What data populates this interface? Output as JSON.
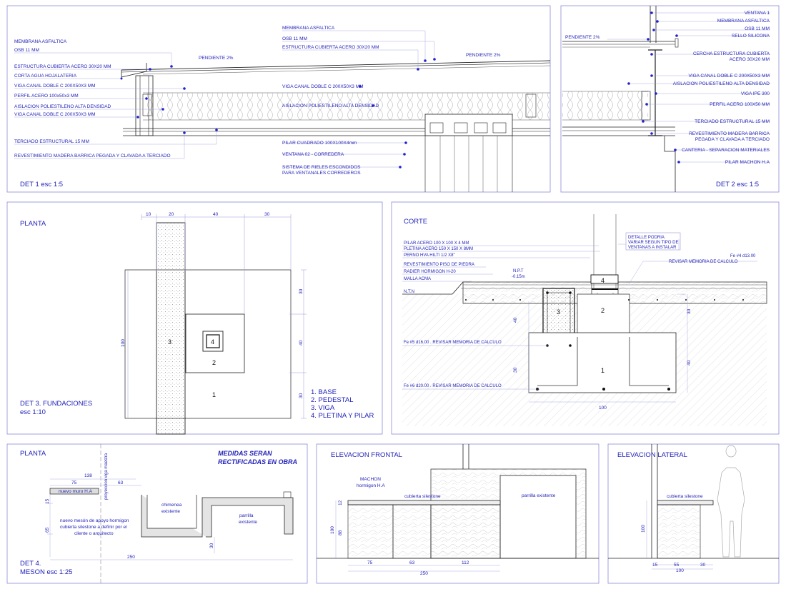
{
  "det1": {
    "title": "DET 1 esc 1:5",
    "left_labels": [
      "MEMBRANA ASFALTICA",
      "OSB 11 MM",
      "ESTRUCTURA CUBIERTA ACERO 30X20 MM",
      "CORTA AGUA HOJALATERIA",
      "VIGA CANAL DOBLE C 200X50X3 MM",
      "PERFIL ACERO 100x50x3 MM",
      "AISLACION POLIESTILENO ALTA DENSIDAD",
      "VIGA CANAL DOBLE C 200X50X3 MM",
      "TERCIADO ESTRUCTURAL 15 MM",
      "REVESTIMIENTO MADERA BARRICA PEGADA Y CLAVADA A TERCIADO"
    ],
    "top_labels": [
      "MEMBRANA ASFALTICA",
      "OSB 11 MM",
      "ESTRUCTURA CUBIERTA ACERO 30X20 MM"
    ],
    "pendiente": "PENDIENTE 2%",
    "mid_labels": [
      "VIGA CANAL DOBLE C 200X50X3 MM",
      "AISLACION POLIESTILENO ALTA DENSIDAD"
    ],
    "low_labels": [
      "PILAR CUADRADO 100X100X4mm",
      "VENTANA 02 - CORREDERA",
      "SISTEMA DE RIELES ESCONDIDOS",
      "PARA VENTANALES CORREDEROS"
    ]
  },
  "det2": {
    "title": "DET 2 esc 1:5",
    "pendiente": "PENDIENTE 2%",
    "labels": [
      "VENTANA 1",
      "MEMBRANA ASFALTICA",
      "OSB 11 MM",
      "SELLO SILICONA",
      "CERCHA ESTRUCTURA CUBIERTA",
      "ACERO 30X20 MM",
      "VIGA CANAL DOBLE C 200X50X3 MM",
      "AISLACION POLIESTILENO ALTA DENSIDAD",
      "VIGA IPE 300",
      "PERFIL ACERO 100X50 MM",
      "TERCIADO ESTRUCTURAL 15 MM",
      "REVESTIMIENTO MADERA BARRICA",
      "PEGADA Y CLAVADA A TERCIADO",
      "CANTERIA - SEPARACION MATERIALES",
      "PILAR MACHON H.A"
    ]
  },
  "det3": {
    "title": "PLANTA",
    "footer": [
      "DET 3. FUNDACIONES",
      "esc 1:10"
    ],
    "legend": [
      "1. BASE",
      "2. PEDESTAL",
      "3. VIGA",
      "4. PLETINA Y PILAR"
    ],
    "dims_top": [
      "10",
      "20",
      "40",
      "30"
    ],
    "dims_right": [
      "30",
      "40",
      "30"
    ],
    "dim_left": "100",
    "nums": [
      "1",
      "2",
      "3",
      "4"
    ]
  },
  "corte": {
    "title": "CORTE",
    "labels": [
      "PILAR ACERO 100 X 100 X 4 MM",
      "PLETINA ACERO 150 X 150 X 8MM",
      "PERNO HVA HILTI 1/2 X8\"",
      "REVESTIMIENTO PISO DE PIEDRA",
      "RADIER HORMIGON H-20",
      "MALLA ACMA",
      "N.T.N"
    ],
    "npt": [
      "N.P.T",
      "-0.15m"
    ],
    "detalle": [
      "DETALLE PODRIA",
      "VARIAR SEGUN TIPO DE",
      "VENTANAS A INSTALAR"
    ],
    "fe_top": [
      "Fe #4 d13.00",
      "REVISAR MEMORIA DE CALCULO"
    ],
    "fe_mid": "Fe #5 d16.00 . REVISAR MEMORIA DE CALCULO",
    "fe_low": "Fe #6 d20.00 . REVISAR MEMORIA DE CALCULO",
    "dims": [
      "40",
      "30",
      "100",
      "30",
      "40"
    ],
    "nums": [
      "1",
      "2",
      "3",
      "4"
    ]
  },
  "det4": {
    "title": "PLANTA",
    "note": [
      "MEDIDAS SERAN",
      "RECTIFICADAS EN OBRA"
    ],
    "labels": [
      "nuevo muro H.A",
      "proyeccion viga maestra",
      "chimenea",
      "existente",
      "parrilla",
      "existente",
      "nuevo mesón de apoyo hormigon",
      "cubierta silestone a definir por el",
      "cliente o arquitecto"
    ],
    "dims": [
      "138",
      "75",
      "63",
      "15",
      "65",
      "30",
      "250"
    ],
    "footer": [
      "DET 4.",
      "MESON esc 1:25"
    ]
  },
  "elev_frontal": {
    "title": "ELEVACION FRONTAL",
    "labels": [
      "MACHON",
      "hormigon H.A",
      "cubierta silestone",
      "parrilla existente"
    ],
    "dims": [
      "75",
      "63",
      "112",
      "250",
      "12",
      "100",
      "88"
    ]
  },
  "elev_lateral": {
    "title": "ELEVACION LATERAL",
    "labels": [
      "cubierta silestone"
    ],
    "dims": [
      "15",
      "55",
      "30",
      "100",
      "100"
    ]
  },
  "colors": {
    "label": "#1f1fb8",
    "frame": "#7b7bd6",
    "line": "#222222"
  }
}
